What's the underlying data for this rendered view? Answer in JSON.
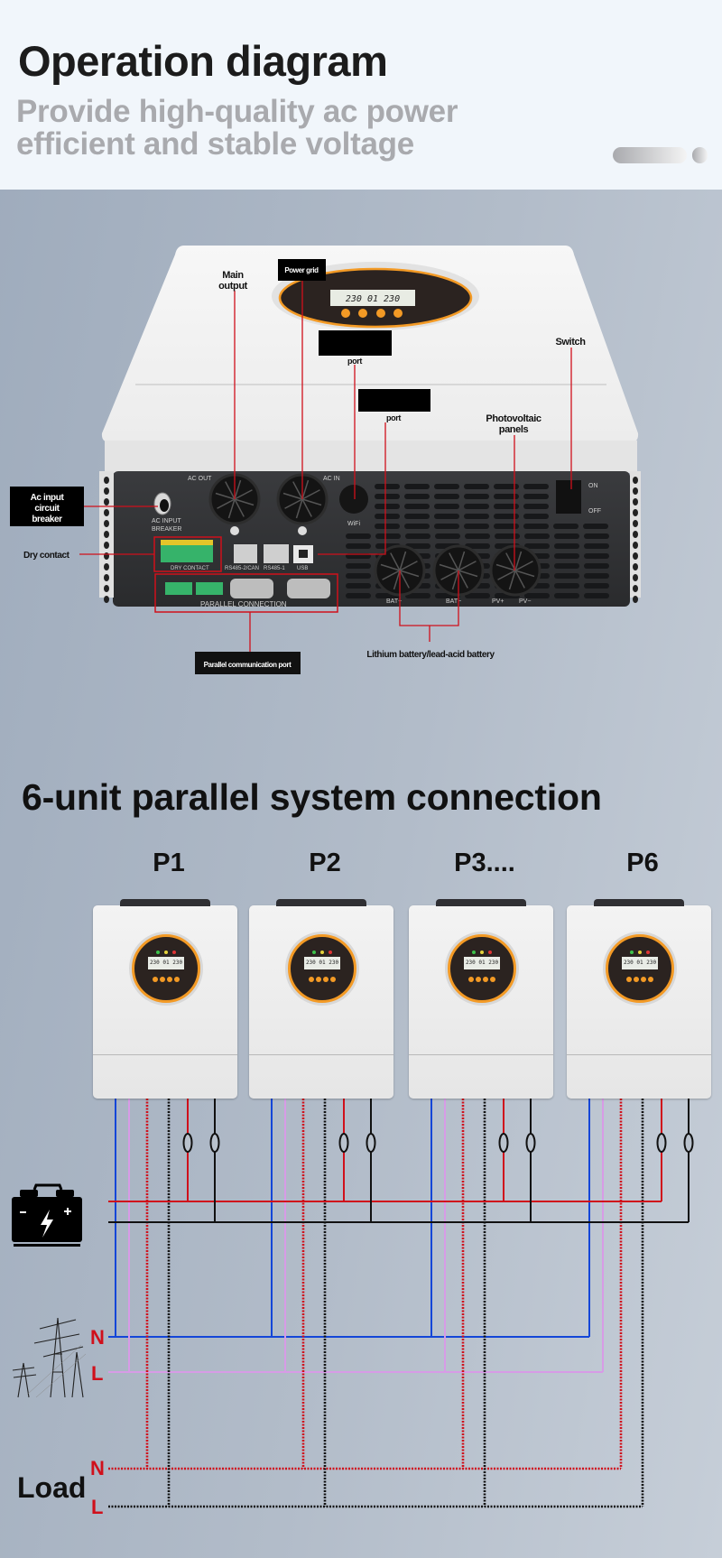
{
  "header": {
    "title": "Operation diagram",
    "subtitle_line1": "Provide high-quality ac power",
    "subtitle_line2": "efficient and stable voltage"
  },
  "device": {
    "callouts": {
      "main_output_1": "Main",
      "main_output_2": "output",
      "power_grid": "Power grid",
      "port_1": "port",
      "port_2": "port",
      "switch": "Switch",
      "pv_1": "Photovoltaic",
      "pv_2": "panels",
      "ac_breaker_1": "Ac input",
      "ac_breaker_2": "circuit",
      "ac_breaker_3": "breaker",
      "dry_contact": "Dry contact",
      "parallel_port": "Parallel communication port",
      "battery": "Lithium battery/lead-acid battery"
    },
    "panel_labels": {
      "ac_out": "AC OUT",
      "ac_in": "AC IN",
      "wifi": "WiFi",
      "breaker_1": "AC INPUT",
      "breaker_2": "BREAKER",
      "dry_contact": "DRY CONTACT",
      "rs485_2": "RS485-2/CAN",
      "rs485_1": "RS485-1",
      "usb": "USB",
      "parallel": "PARALLEL CONNECTION",
      "bat_plus": "BAT+",
      "bat_minus": "BAT−",
      "pv_plus": "PV+",
      "pv_minus": "PV−",
      "on": "ON",
      "off": "OFF"
    },
    "lcd": "230 01 230"
  },
  "parallel": {
    "title": "6-unit parallel system connection",
    "units": [
      {
        "label": "P1",
        "lcd": "230 01 230"
      },
      {
        "label": "P2",
        "lcd": "230 01 230"
      },
      {
        "label": "P3....",
        "lcd": "230 01 230"
      },
      {
        "label": "P6",
        "lcd": "230 01 230"
      }
    ],
    "grid_n": "N",
    "grid_l": "L",
    "load_n": "N",
    "load_l": "L",
    "load_label": "Load",
    "colors": {
      "battery_pos": "#d0101b",
      "battery_neg": "#111111",
      "grid_n": "#1446d8",
      "grid_l": "#d79be6",
      "load_n": "#d0101b",
      "load_l": "#111111"
    }
  }
}
